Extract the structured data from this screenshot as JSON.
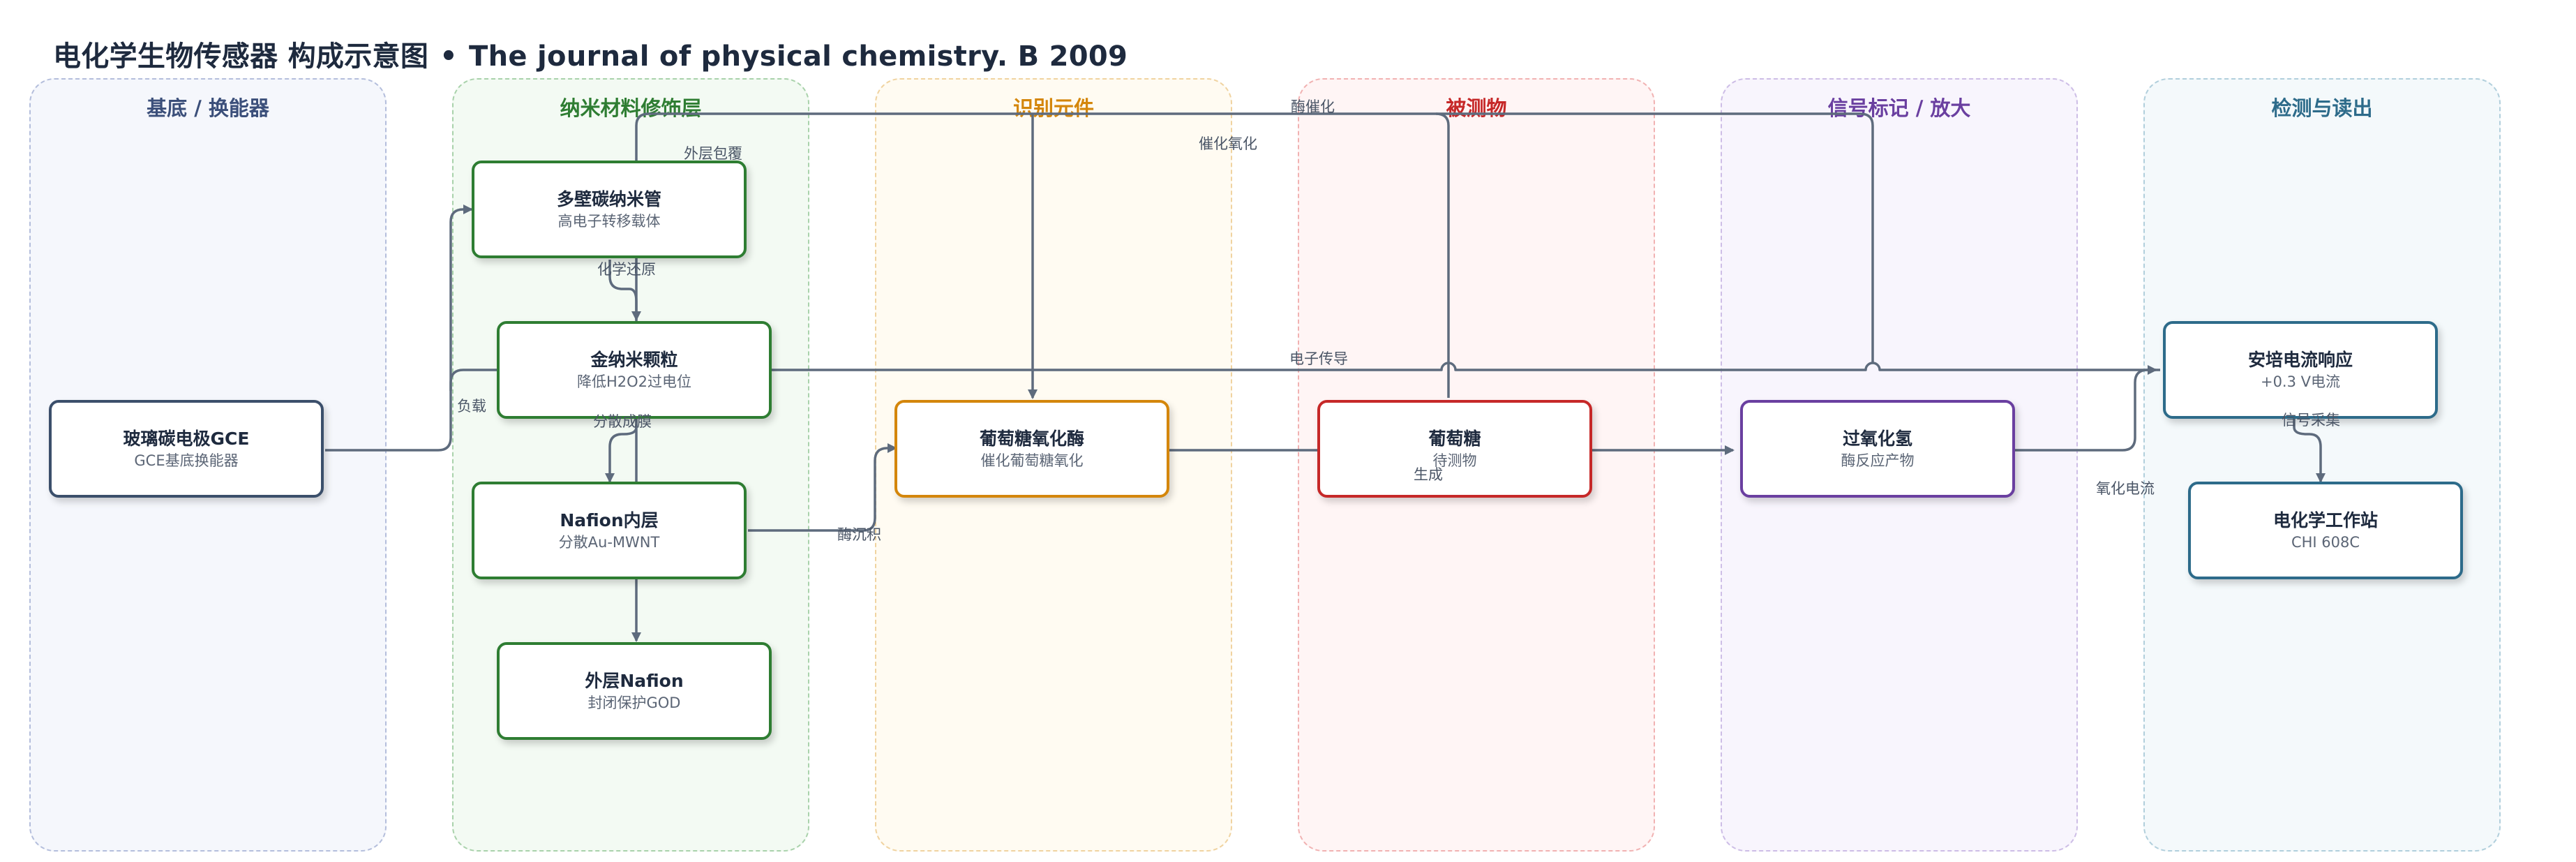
{
  "header": {
    "title_cn": "电化学生物传感器 构成示意图",
    "separator": "•",
    "title_en": "The journal of physical chemistry. B 2009"
  },
  "lanes": [
    {
      "label": "基底 / 换能器",
      "color": "#3b4f7a"
    },
    {
      "label": "纳米材料修饰层",
      "color": "#2e7d32"
    },
    {
      "label": "识别元件",
      "color": "#d4860b"
    },
    {
      "label": "被测物",
      "color": "#c62828"
    },
    {
      "label": "信号标记 / 放大",
      "color": "#6a3fa0"
    },
    {
      "label": "检测与读出",
      "color": "#2d6b8a"
    }
  ],
  "nodes": {
    "gce": {
      "title": "玻璃碳电极GCE",
      "sub": "GCE基底换能器",
      "color": "#3b4f6b"
    },
    "mwcnt": {
      "title": "多壁碳纳米管",
      "sub": "高电子转移载体",
      "color": "#2e7d32"
    },
    "au": {
      "title": "金纳米颗粒",
      "sub": "降低H2O2过电位",
      "color": "#2e7d32"
    },
    "nafion_in": {
      "title": "Nafion内层",
      "sub": "分散Au-MWNT",
      "color": "#2e7d32"
    },
    "nafion_out": {
      "title": "外层Nafion",
      "sub": "封闭保护GOD",
      "color": "#2e7d32"
    },
    "god": {
      "title": "葡萄糖氧化酶",
      "sub": "催化葡萄糖氧化",
      "color": "#d4860b"
    },
    "glucose": {
      "title": "葡萄糖",
      "sub": "待测物",
      "color": "#c62828"
    },
    "h2o2": {
      "title": "过氧化氢",
      "sub": "酶反应产物",
      "color": "#6a3fa0"
    },
    "amp": {
      "title": "安培电流响应",
      "sub": "+0.3 V电流",
      "color": "#2d6b8a"
    },
    "chi": {
      "title": "电化学工作站",
      "sub": "CHI 608C",
      "color": "#2d6b8a"
    }
  },
  "edge_labels": {
    "outer_coat": "外层包覆",
    "chem_reduction": "化学还原",
    "dispersion_film": "分散成膜",
    "load": "负载",
    "enzyme_deposit": "酶沉积",
    "enzyme_catalysis": "酶催化",
    "catalytic_oxidation": "催化氧化",
    "electron_transfer": "电子传导",
    "generate": "生成",
    "oxidation_current": "氧化电流",
    "signal_acquire": "信号采集"
  },
  "colors": {
    "edge": "#5e6b7d",
    "background": "#ffffff"
  }
}
